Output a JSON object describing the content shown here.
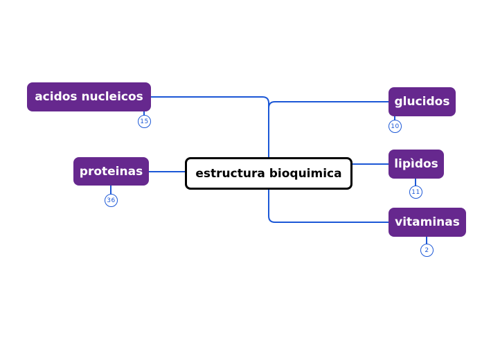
{
  "colors": {
    "topic_fill": "#66288e",
    "line": "#1b57d6",
    "central_border": "#000000"
  },
  "central": {
    "label": "estructura bioquimica"
  },
  "topics": [
    {
      "id": "acidos-nucleicos",
      "label": "acidos nucleicos",
      "count": "15"
    },
    {
      "id": "proteinas",
      "label": "proteinas",
      "count": "36"
    },
    {
      "id": "glucidos",
      "label": "glucidos",
      "count": "10"
    },
    {
      "id": "lipidos",
      "label": "lipìdos",
      "count": "11"
    },
    {
      "id": "vitaminas",
      "label": "vitaminas",
      "count": "2"
    }
  ]
}
